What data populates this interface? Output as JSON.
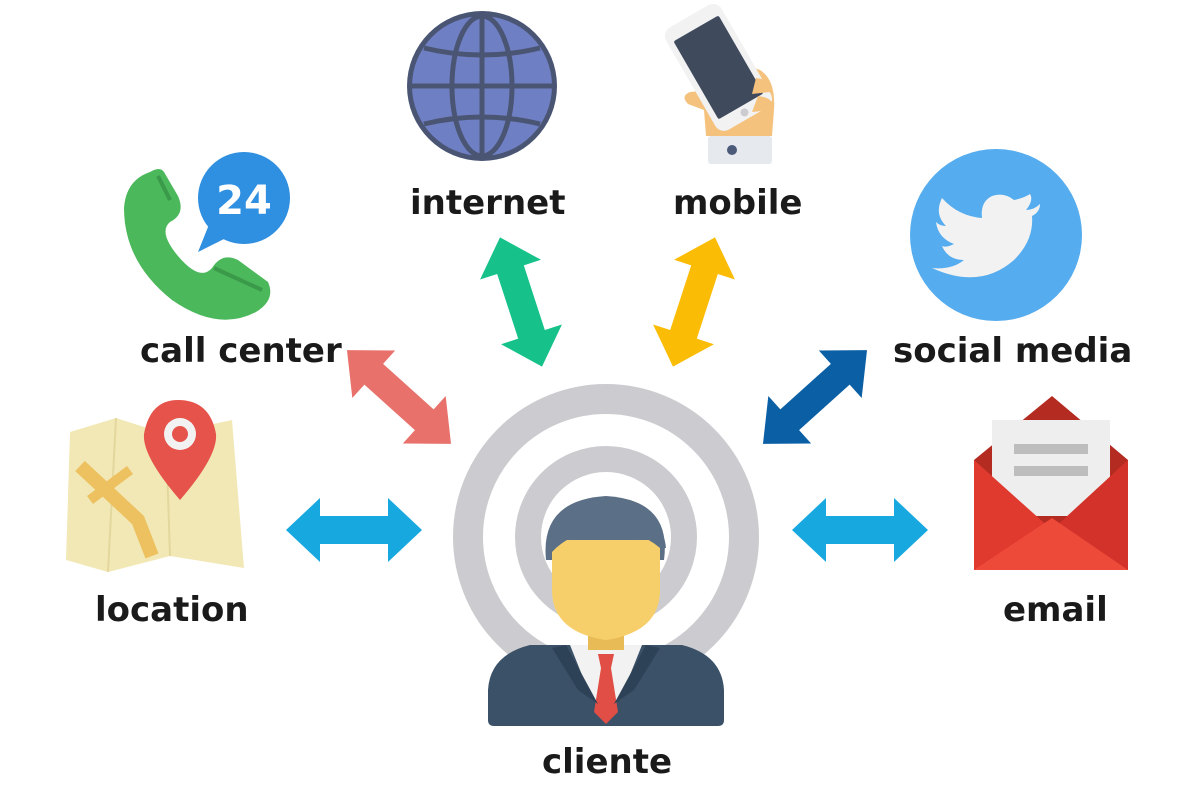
{
  "nodes": {
    "internet": {
      "label": "internet",
      "icon": "globe-icon",
      "arrow_color": "#16c28a"
    },
    "mobile": {
      "label": "mobile",
      "icon": "smartphone-in-hand-icon",
      "arrow_color": "#fbbc05"
    },
    "call_center": {
      "label": "call center",
      "icon": "phone-24-hour-icon",
      "badge_text": "24",
      "arrow_color": "#e8726b"
    },
    "social_media": {
      "label": "social media",
      "icon": "twitter-bird-icon",
      "arrow_color": "#0b5fa5"
    },
    "location": {
      "label": "location",
      "icon": "map-pin-icon",
      "arrow_color": "#17a8e0"
    },
    "email": {
      "label": "email",
      "icon": "envelope-icon",
      "arrow_color": "#17a8e0"
    }
  },
  "center": {
    "label": "cliente",
    "icon": "businessman-avatar-icon"
  },
  "colors": {
    "text": "#1a1a1a",
    "target_rings": "#cccbcf",
    "globe": "#6f7fc4",
    "twitter": "#55acee",
    "phone_green": "#4cb85c",
    "badge_blue": "#2f8fe0",
    "pin_red": "#e5534b",
    "envelope_red": "#e03a2f",
    "suit": "#3b5168",
    "skin": "#f7cf6a",
    "tie": "#e04e46"
  }
}
